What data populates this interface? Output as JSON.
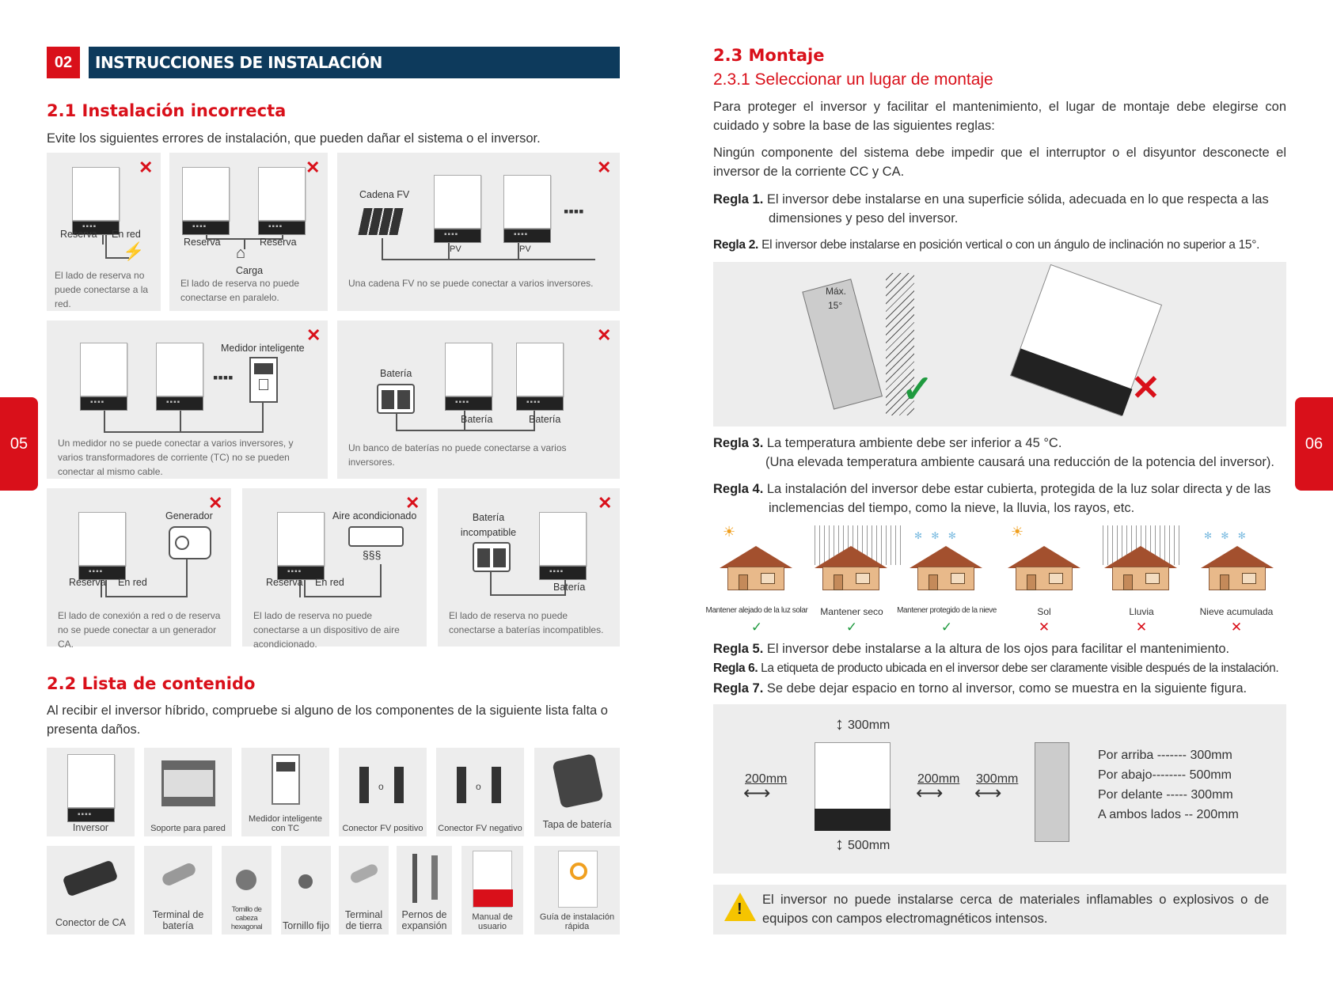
{
  "header": {
    "num": "02",
    "title": "INSTRUCCIONES DE INSTALACIÓN"
  },
  "pages": {
    "left": "05",
    "right": "06"
  },
  "s21": {
    "title": "2.1 Instalación incorrecta",
    "intro": "Evite los siguientes errores de instalación, que pueden dañar el sistema o el inversor.",
    "p1": {
      "l1": "Reserva",
      "l2": "En red",
      "cap": "El lado de reserva no puede conectarse a la red."
    },
    "p2": {
      "l1": "Reserva",
      "l2": "Reserva",
      "l3": "Carga",
      "cap": "El lado de reserva no puede conectarse en paralelo."
    },
    "p3": {
      "l1": "Cadena FV",
      "l2": "PV",
      "l3": "PV",
      "cap": "Una cadena FV no se puede conectar a varios inversores."
    },
    "p4": {
      "l1": "Medidor inteligente",
      "cap": "Un medidor no se puede conectar a varios inversores, y varios transformadores de corriente (TC) no se pueden conectar al mismo cable."
    },
    "p5": {
      "l1": "Batería",
      "l2": "Batería",
      "l3": "Batería",
      "cap": "Un banco de baterías no puede conectarse a varios inversores."
    },
    "p6": {
      "l1": "Generador",
      "l2": "Reserva",
      "l3": "En red",
      "cap": "El lado de conexión a red o de reserva no se puede conectar a un generador CA."
    },
    "p7": {
      "l1": "Aire acondicionado",
      "l2": "Reserva",
      "l3": "En red",
      "cap": "El lado de reserva no puede conectarse a un dispositivo de aire acondicionado."
    },
    "p8": {
      "l1": "Batería incompatible",
      "l2": "Batería",
      "cap": "El lado de reserva no puede conectarse a baterías incompatibles."
    }
  },
  "s22": {
    "title": "2.2 Lista de contenido",
    "intro": "Al recibir el inversor híbrido, compruebe si alguno de los componentes de la siguiente lista falta o presenta daños.",
    "items": [
      "Inversor",
      "Soporte para pared",
      "Medidor inteligente con TC",
      "Conector FV positivo",
      "Conector FV negativo",
      "Tapa de batería",
      "Conector de CA",
      "Terminal de batería",
      "Tornillo de cabeza hexagonal",
      "Tornillo fijo",
      "Terminal de tierra",
      "Pernos de expansión",
      "Manual de usuario",
      "Guía de instalación rápida"
    ],
    "o": "o"
  },
  "s23": {
    "title": "2.3 Montaje",
    "sub": "2.3.1 Seleccionar un lugar de montaje",
    "p1": "Para proteger el inversor y facilitar el mantenimiento, el lugar de montaje debe elegirse con cuidado y sobre la base de las siguientes reglas:",
    "p2": "Ningún componente del sistema debe impedir que el interruptor o el disyuntor desconecte el inversor de la corriente CC y CA.",
    "r1k": "Regla 1.",
    "r1": "El inversor debe instalarse en una superficie sólida, adecuada en lo que respecta a las dimensiones y peso del inversor.",
    "r2k": "Regla 2.",
    "r2": "El inversor debe instalarse en posición vertical o con un ángulo de inclinación no superior a 15°.",
    "tilt1": "Máx.",
    "tilt2": "15°",
    "r3k": "Regla 3.",
    "r3": "La temperatura ambiente debe ser inferior a 45 °C.",
    "r3b": "(Una elevada temperatura ambiente causará una reducción de la potencia del inversor).",
    "r4k": "Regla 4.",
    "r4": "La instalación del inversor debe estar cubierta, protegida de la luz solar directa y de las inclemencias del tiempo, como la nieve, la lluvia, los rayos, etc.",
    "houses": [
      {
        "l": "Mantener alejado de la luz solar",
        "m": "✓"
      },
      {
        "l": "Mantener seco",
        "m": "✓"
      },
      {
        "l": "Mantener protegido de la nieve",
        "m": "✓"
      },
      {
        "l": "Sol",
        "m": "✕"
      },
      {
        "l": "Lluvia",
        "m": "✕"
      },
      {
        "l": "Nieve acumulada",
        "m": "✕"
      }
    ],
    "r5k": "Regla 5.",
    "r5": "El inversor debe instalarse a la altura de los ojos para facilitar el mantenimiento.",
    "r6k": "Regla 6.",
    "r6": "La etiqueta de producto ubicada en el inversor debe ser claramente visible después de la instalación.",
    "r7k": "Regla 7.",
    "r7": "Se debe dejar espacio en torno al inversor, como se muestra en la siguiente figura.",
    "clear": {
      "top": "300mm",
      "bottom": "500mm",
      "left": "200mm",
      "right": "200mm",
      "front": "300mm",
      "legend": [
        "Por arriba ------- 300mm",
        "Por abajo-------- 500mm",
        "Por delante ----- 300mm",
        "A ambos lados -- 200mm"
      ]
    },
    "warn": "El inversor no puede instalarse cerca de materiales inflamables o explosivos o de equipos con campos electromagnéticos intensos."
  },
  "colors": {
    "accent": "#d9101a",
    "header": "#0d3a5c",
    "panel": "#ededed",
    "check": "#1f9a3f"
  }
}
